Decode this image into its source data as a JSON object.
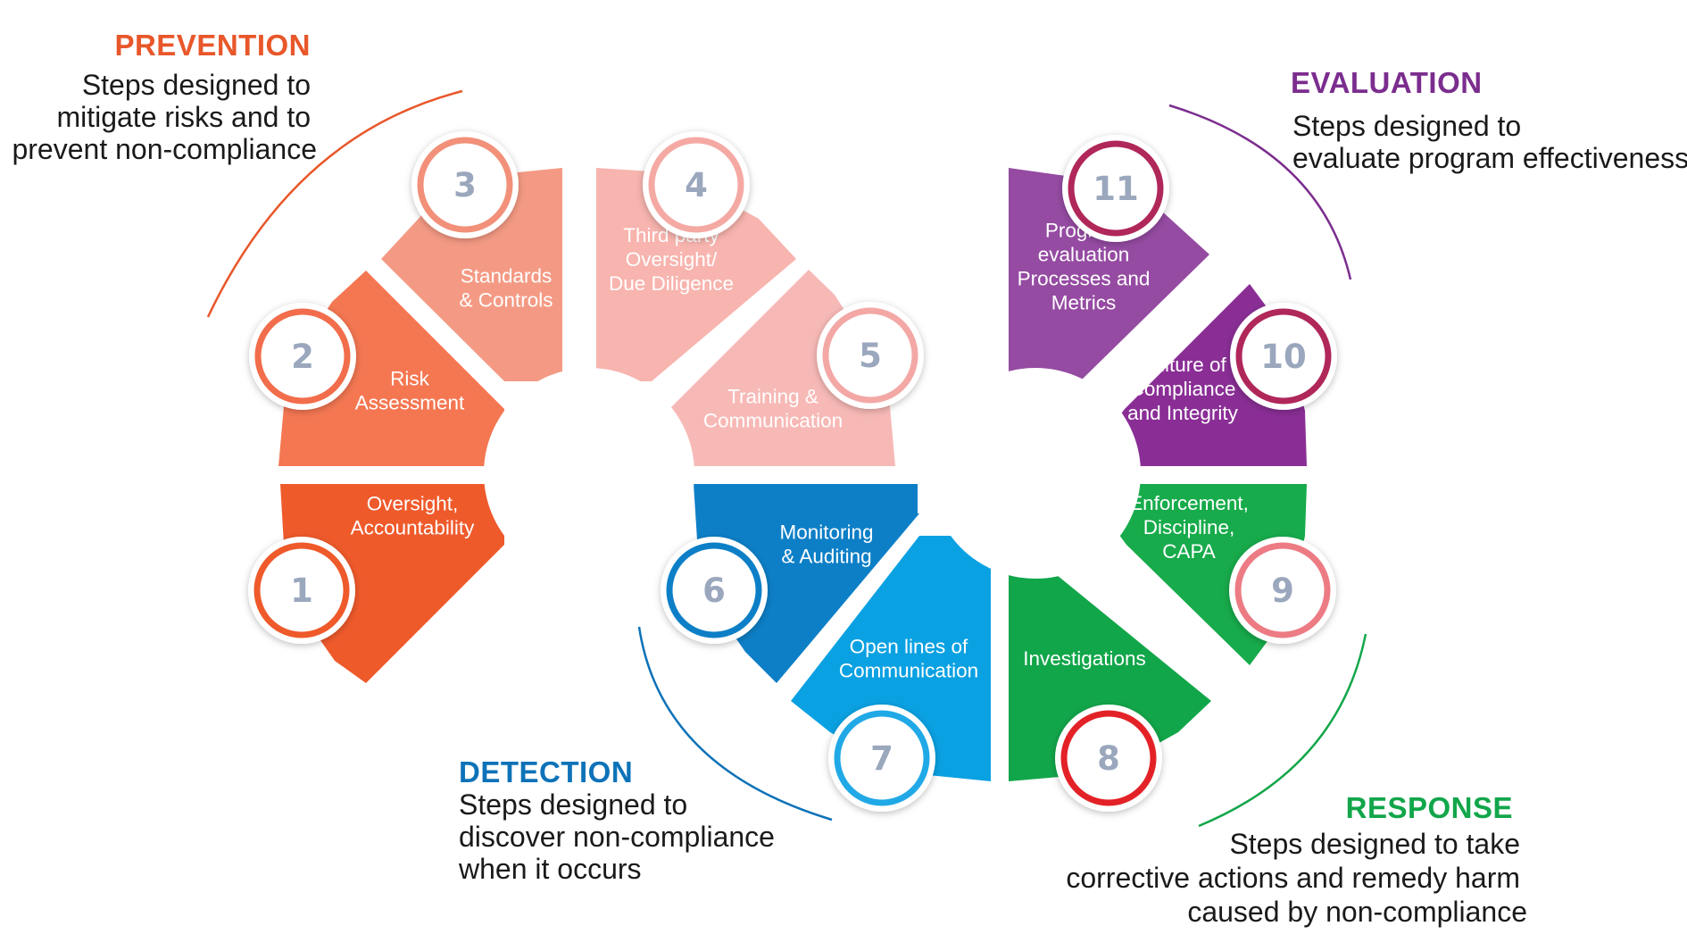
{
  "groups": {
    "prevention": {
      "title": "PREVENTION",
      "desc": [
        "Steps designed to",
        "mitigate risks and to",
        "prevent  non-compliance"
      ],
      "color": "#e8572a"
    },
    "evaluation": {
      "title": "EVALUATION",
      "desc": [
        "Steps designed to",
        "evaluate program effectiveness"
      ],
      "color": "#7b2d8e"
    },
    "detection": {
      "title": "DETECTION",
      "desc": [
        "Steps designed to",
        "discover non-compliance",
        "when it occurs"
      ],
      "color": "#0e72b8"
    },
    "response": {
      "title": "RESPONSE",
      "desc": [
        "Steps designed to take",
        "corrective actions and remedy harm",
        "caused by non-compliance"
      ],
      "color": "#12a64a"
    }
  },
  "steps": [
    {
      "number": "1",
      "label": [
        "Oversight,",
        "Accountability"
      ],
      "color": "#ef5a2b",
      "ring": "#ef5a2b"
    },
    {
      "number": "2",
      "label": [
        "Risk",
        "Assessment"
      ],
      "color": "#f47752",
      "ring": "#f26d4b"
    },
    {
      "number": "3",
      "label": [
        "Standards",
        "& Controls"
      ],
      "color": "#f49a84",
      "ring": "#f29079"
    },
    {
      "number": "4",
      "label": [
        "Third party",
        "Oversight/",
        "Due Diligence"
      ],
      "color": "#f8b4ae",
      "ring": "#f5a9a3"
    },
    {
      "number": "5",
      "label": [
        "Training &",
        "Communication"
      ],
      "color": "#f7b9b6",
      "ring": "#f3a8a6"
    },
    {
      "number": "6",
      "label": [
        "Monitoring",
        "& Auditing"
      ],
      "color": "#0d7fc7",
      "ring": "#0d7fc7"
    },
    {
      "number": "7",
      "label": [
        "Open lines of",
        "Communication"
      ],
      "color": "#0aa1e2",
      "ring": "#20a9e6"
    },
    {
      "number": "8",
      "label": [
        "Investigations"
      ],
      "color": "#12a64a",
      "ring": "#e32227"
    },
    {
      "number": "9",
      "label": [
        "Enforcement,",
        "Discipline,",
        "CAPA"
      ],
      "color": "#17ab4b",
      "ring": "#ec7b84"
    },
    {
      "number": "10",
      "label": [
        "Culture of",
        "Compliance",
        "and Integrity"
      ],
      "color": "#8a2e96",
      "ring": "#b0275a"
    },
    {
      "number": "11",
      "label": [
        "Program",
        "evaluation",
        "Processes and",
        "Metrics"
      ],
      "color": "#954ba2",
      "ring": "#b0275a"
    }
  ]
}
